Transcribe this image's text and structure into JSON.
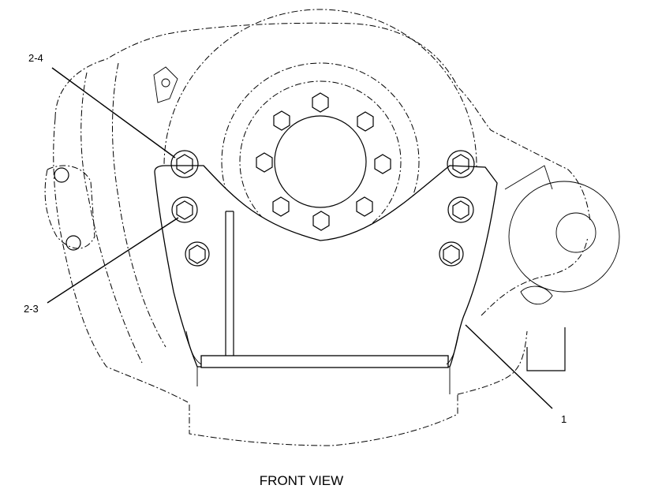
{
  "diagram": {
    "view_title": "FRONT VIEW",
    "callouts": [
      {
        "id": "2-4",
        "label": "2-4"
      },
      {
        "id": "2-3",
        "label": "2-3"
      },
      {
        "id": "1",
        "label": "1"
      }
    ]
  }
}
